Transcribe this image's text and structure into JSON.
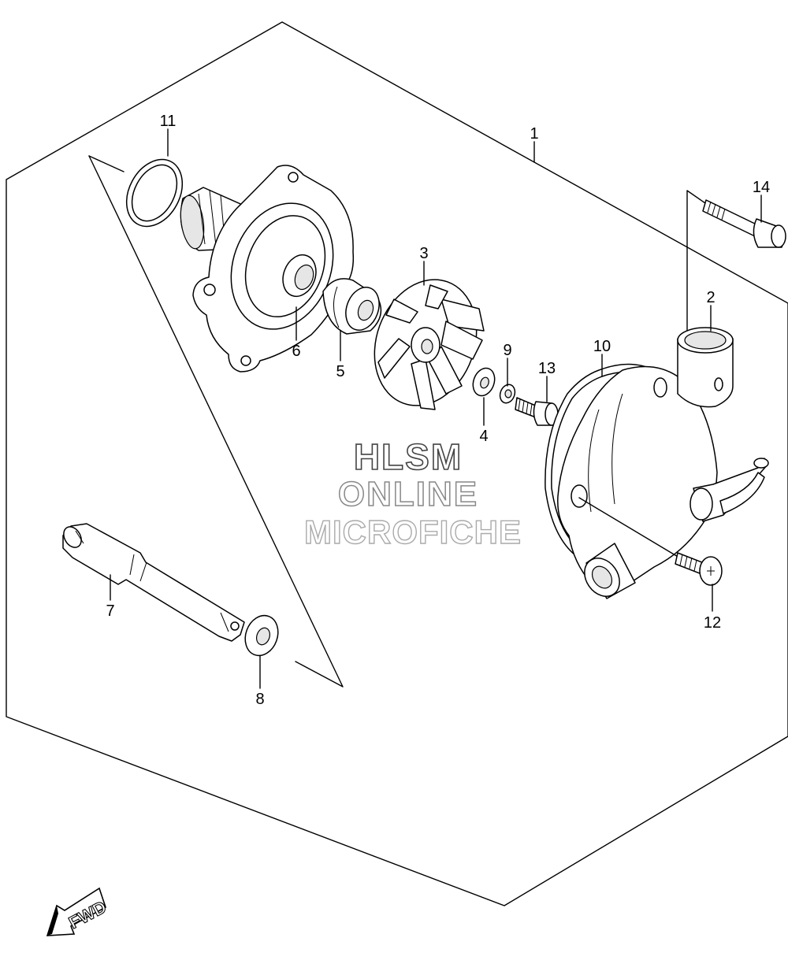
{
  "callouts": {
    "p1": "1",
    "p2": "2",
    "p3": "3",
    "p4": "4",
    "p5": "5",
    "p6": "6",
    "p7": "7",
    "p8": "8",
    "p9": "9",
    "p10": "10",
    "p11": "11",
    "p12": "12",
    "p13": "13",
    "p14": "14"
  },
  "watermark": {
    "line1": "HLSM",
    "line2": "ONLINE",
    "line3": "MICROFICHE"
  },
  "direction_label": "FWD"
}
